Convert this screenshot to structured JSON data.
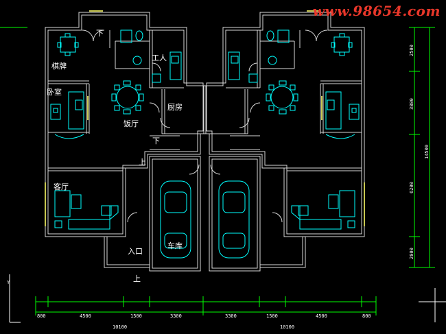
{
  "watermark": "www.98654.com",
  "rooms": {
    "left": {
      "down_top": "下",
      "chess": "棋牌",
      "bedroom": "卧室",
      "worker": "工人",
      "kitchen": "厨房",
      "dining": "饭厅",
      "down_mid": "下",
      "up_mid": "上",
      "living": "客厅",
      "entrance": "入口",
      "up_bottom": "上",
      "garage": "车库"
    }
  },
  "dims": {
    "bottom": [
      "800",
      "4500",
      "1500",
      "3300",
      "3300",
      "1500",
      "4500",
      "800"
    ],
    "bottom_totals": [
      "10100",
      "10100"
    ],
    "right": [
      "2500",
      "3800",
      "6200",
      "2000"
    ],
    "right_total": "14500"
  },
  "axis": {
    "y_label": "Y"
  },
  "colors": {
    "background": "#000000",
    "wall": "#d9d9d9",
    "furniture": "#00ffff",
    "dim_line": "#00ff00",
    "watermark": "#e8372a"
  }
}
